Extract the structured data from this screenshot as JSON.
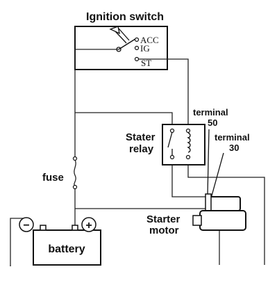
{
  "labels": {
    "ignition_switch": "Ignition switch",
    "acc": "ACC",
    "ig": "IG",
    "st": "ST",
    "terminal50_line1": "terminal",
    "terminal50_line2": "50",
    "terminal30_line1": "terminal",
    "terminal30_line2": "30",
    "relay_line1": "Stater",
    "relay_line2": "relay",
    "fuse": "fuse",
    "battery": "battery",
    "starter_line1": "Starter",
    "starter_line2": "motor",
    "minus": "−",
    "plus": "+"
  }
}
